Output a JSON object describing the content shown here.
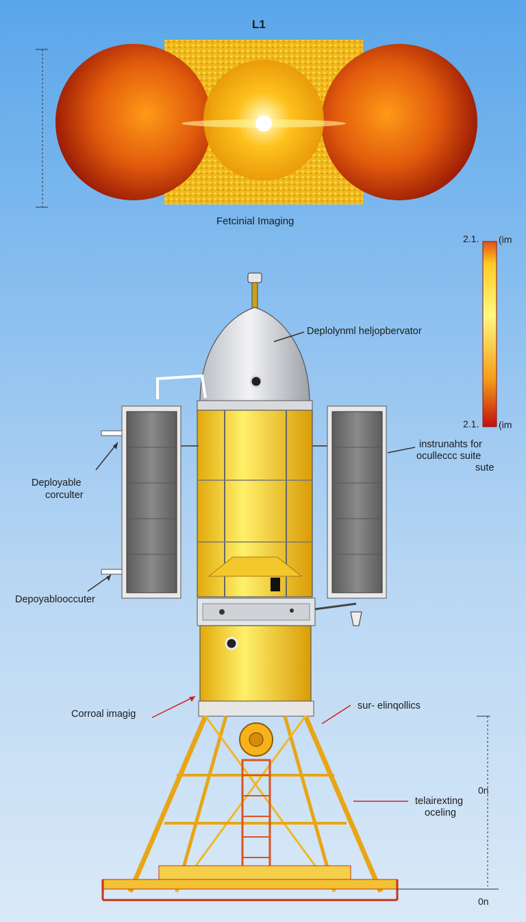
{
  "header": {
    "title": "L1"
  },
  "sun_panel": {
    "caption": "Fetcinial Imaging"
  },
  "colorbar": {
    "top_label": "2.1.",
    "top_unit": "(im",
    "bottom_label": "2.1.",
    "bottom_unit": "(im"
  },
  "labels": {
    "nose": "Deplolynml heljopbervator",
    "instruments_line1": "instrunahts   for",
    "instruments_line2": "oculleccc      suite",
    "instruments_line3": "sute",
    "left_panel_line1": "Deployable",
    "left_panel_line2": "corculter",
    "left_lower": "Depoyablooccuter",
    "coronal": "Corroal imagig",
    "sun_ellipsoid": "sur- elinqollics",
    "tower_line1": "telairexting",
    "tower_line2": "oceling"
  },
  "scale": {
    "mid_label": "0n",
    "bottom_label": "0n"
  },
  "colors": {
    "sky_top": "#5aa6ea",
    "sky_bottom": "#dae9f7",
    "body_yellow": "#f7d21a",
    "panel_gray": "#6e6e6e",
    "leader_red": "#cc2222",
    "frame_orange": "#e8a516"
  }
}
